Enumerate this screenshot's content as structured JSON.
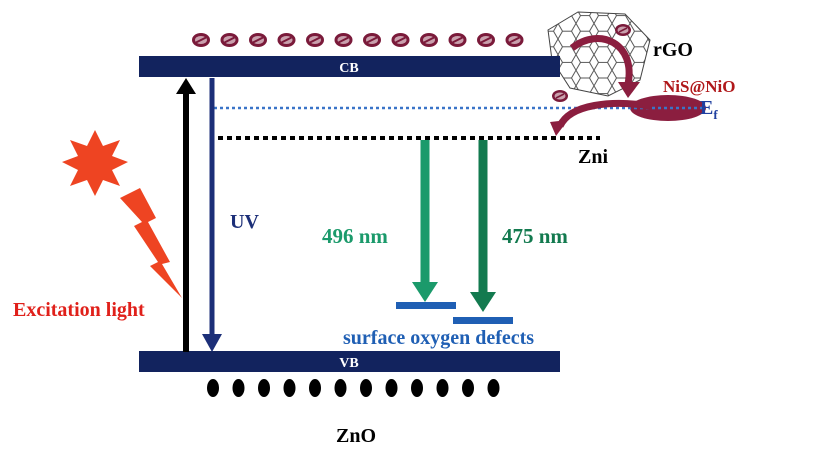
{
  "labels": {
    "cb": "CB",
    "vb": "VB",
    "uv": "UV",
    "excitation": "Excitation light",
    "peak1": "496 nm",
    "peak2": "475 nm",
    "defects": "surface oxygen defects",
    "zni": "Zni",
    "material": "ZnO",
    "rgo": "rGO",
    "nis": "NiS@NiO",
    "ef_main": "E",
    "ef_sub": "f"
  },
  "counts": {
    "electrons": 12,
    "holes": 12
  },
  "colors": {
    "band": "#12235e",
    "uv_arrow": "#1c2f78",
    "excitation_text": "#e0201a",
    "sun": "#ee4422",
    "green1": "#1b9a6b",
    "green2": "#137a4f",
    "defect": "#1f5fb4",
    "electron": "#7a1a3a",
    "nis_text": "#b0181a",
    "ef_text": "#2040a0",
    "dashed_blue": "#3a74c8"
  }
}
